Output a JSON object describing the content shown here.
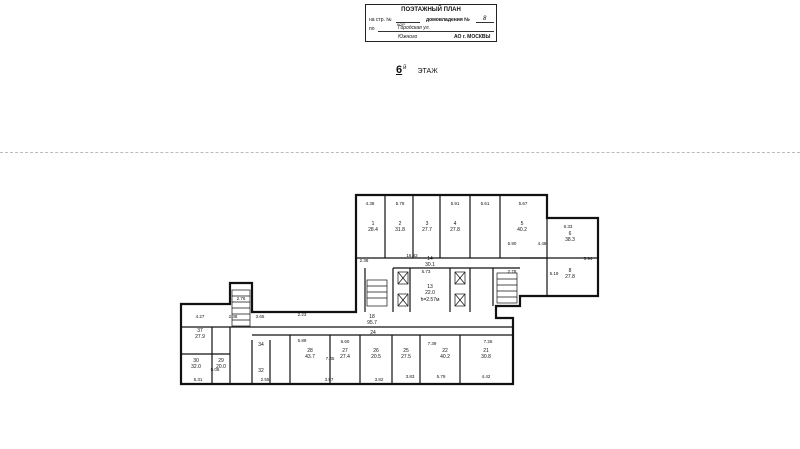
{
  "stamp": {
    "title": "ПОЭТАЖНЫЙ ПЛАН",
    "line1_label": "на стр. №",
    "line1_suffix": "КОР",
    "line1_label_right": "домовладения №",
    "line1_value_right": "8",
    "line2_label": "по",
    "line2_value": "Городская ул.",
    "line3_value": "Южного",
    "line3_label_right": "АО г. МОСКВЫ"
  },
  "floor": {
    "number": "6",
    "superscript": "й",
    "label": "ЭТАЖ"
  },
  "rooms": [
    {
      "id": "r1",
      "num": "1",
      "area": "28.4"
    },
    {
      "id": "r2",
      "num": "2",
      "area": "31.8"
    },
    {
      "id": "r3",
      "num": "3",
      "area": "27.7"
    },
    {
      "id": "r4",
      "num": "4",
      "area": "27.8"
    },
    {
      "id": "r5",
      "num": "5",
      "area": "40.2"
    },
    {
      "id": "r6",
      "num": "6",
      "area": "38.3"
    },
    {
      "id": "r7",
      "num": "8",
      "area": "27.8"
    },
    {
      "id": "r8",
      "num": "14",
      "area": "30.1"
    },
    {
      "id": "r9",
      "num": "13",
      "area": "22.0"
    },
    {
      "id": "r10",
      "num": "18",
      "area": "95.7"
    },
    {
      "id": "r11",
      "num": "24",
      "area": ""
    },
    {
      "id": "r12",
      "num": "37",
      "area": "27.9"
    },
    {
      "id": "r13",
      "num": "28",
      "area": "43.7"
    },
    {
      "id": "r14",
      "num": "27",
      "area": "27.4"
    },
    {
      "id": "r15",
      "num": "26",
      "area": "20.5"
    },
    {
      "id": "r16",
      "num": "25",
      "area": "27.5"
    },
    {
      "id": "r17",
      "num": "22",
      "area": "40.2"
    },
    {
      "id": "r18",
      "num": "21",
      "area": "30.8"
    },
    {
      "id": "r19",
      "num": "30",
      "area": "32.0"
    },
    {
      "id": "r20",
      "num": "29",
      "area": "20.0"
    },
    {
      "id": "r21",
      "num": "34",
      "area": ""
    },
    {
      "id": "r22",
      "num": "32",
      "area": ""
    }
  ],
  "dimensions": [
    "4.38",
    "5.78",
    "5.91",
    "5.61",
    "5.67",
    "6.33",
    "5.19",
    "5.94",
    "16.82",
    "5.73",
    "2.78",
    "2.38",
    "4.27",
    "2.76",
    "2.38",
    "3.65",
    "2.23",
    "5.89",
    "5.05",
    "3.87",
    "3.82",
    "3.83",
    "5.79",
    "4.42",
    "5.31",
    "2.55",
    "7.45",
    "7.39",
    "5.90",
    "4.48",
    "6.60",
    "7.26"
  ],
  "note": "h=2.57м"
}
